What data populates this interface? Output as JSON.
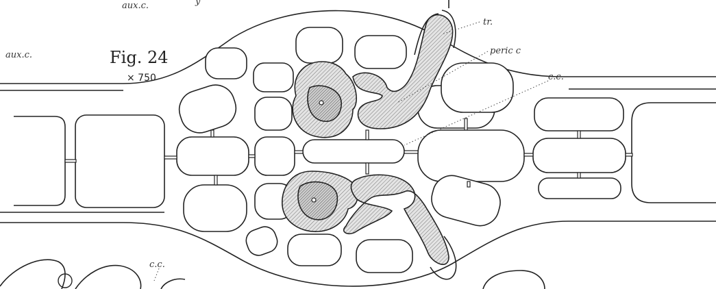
{
  "labels": {
    "aux_c_top": "aux.c.",
    "aux_c_left": "aux.c.",
    "tr": "tr.",
    "peric": "peric c",
    "cc_right": "c.c.",
    "cc_bottom": "c.c."
  },
  "figure": {
    "title": "Fig. 24",
    "magnification": "× 750"
  }
}
